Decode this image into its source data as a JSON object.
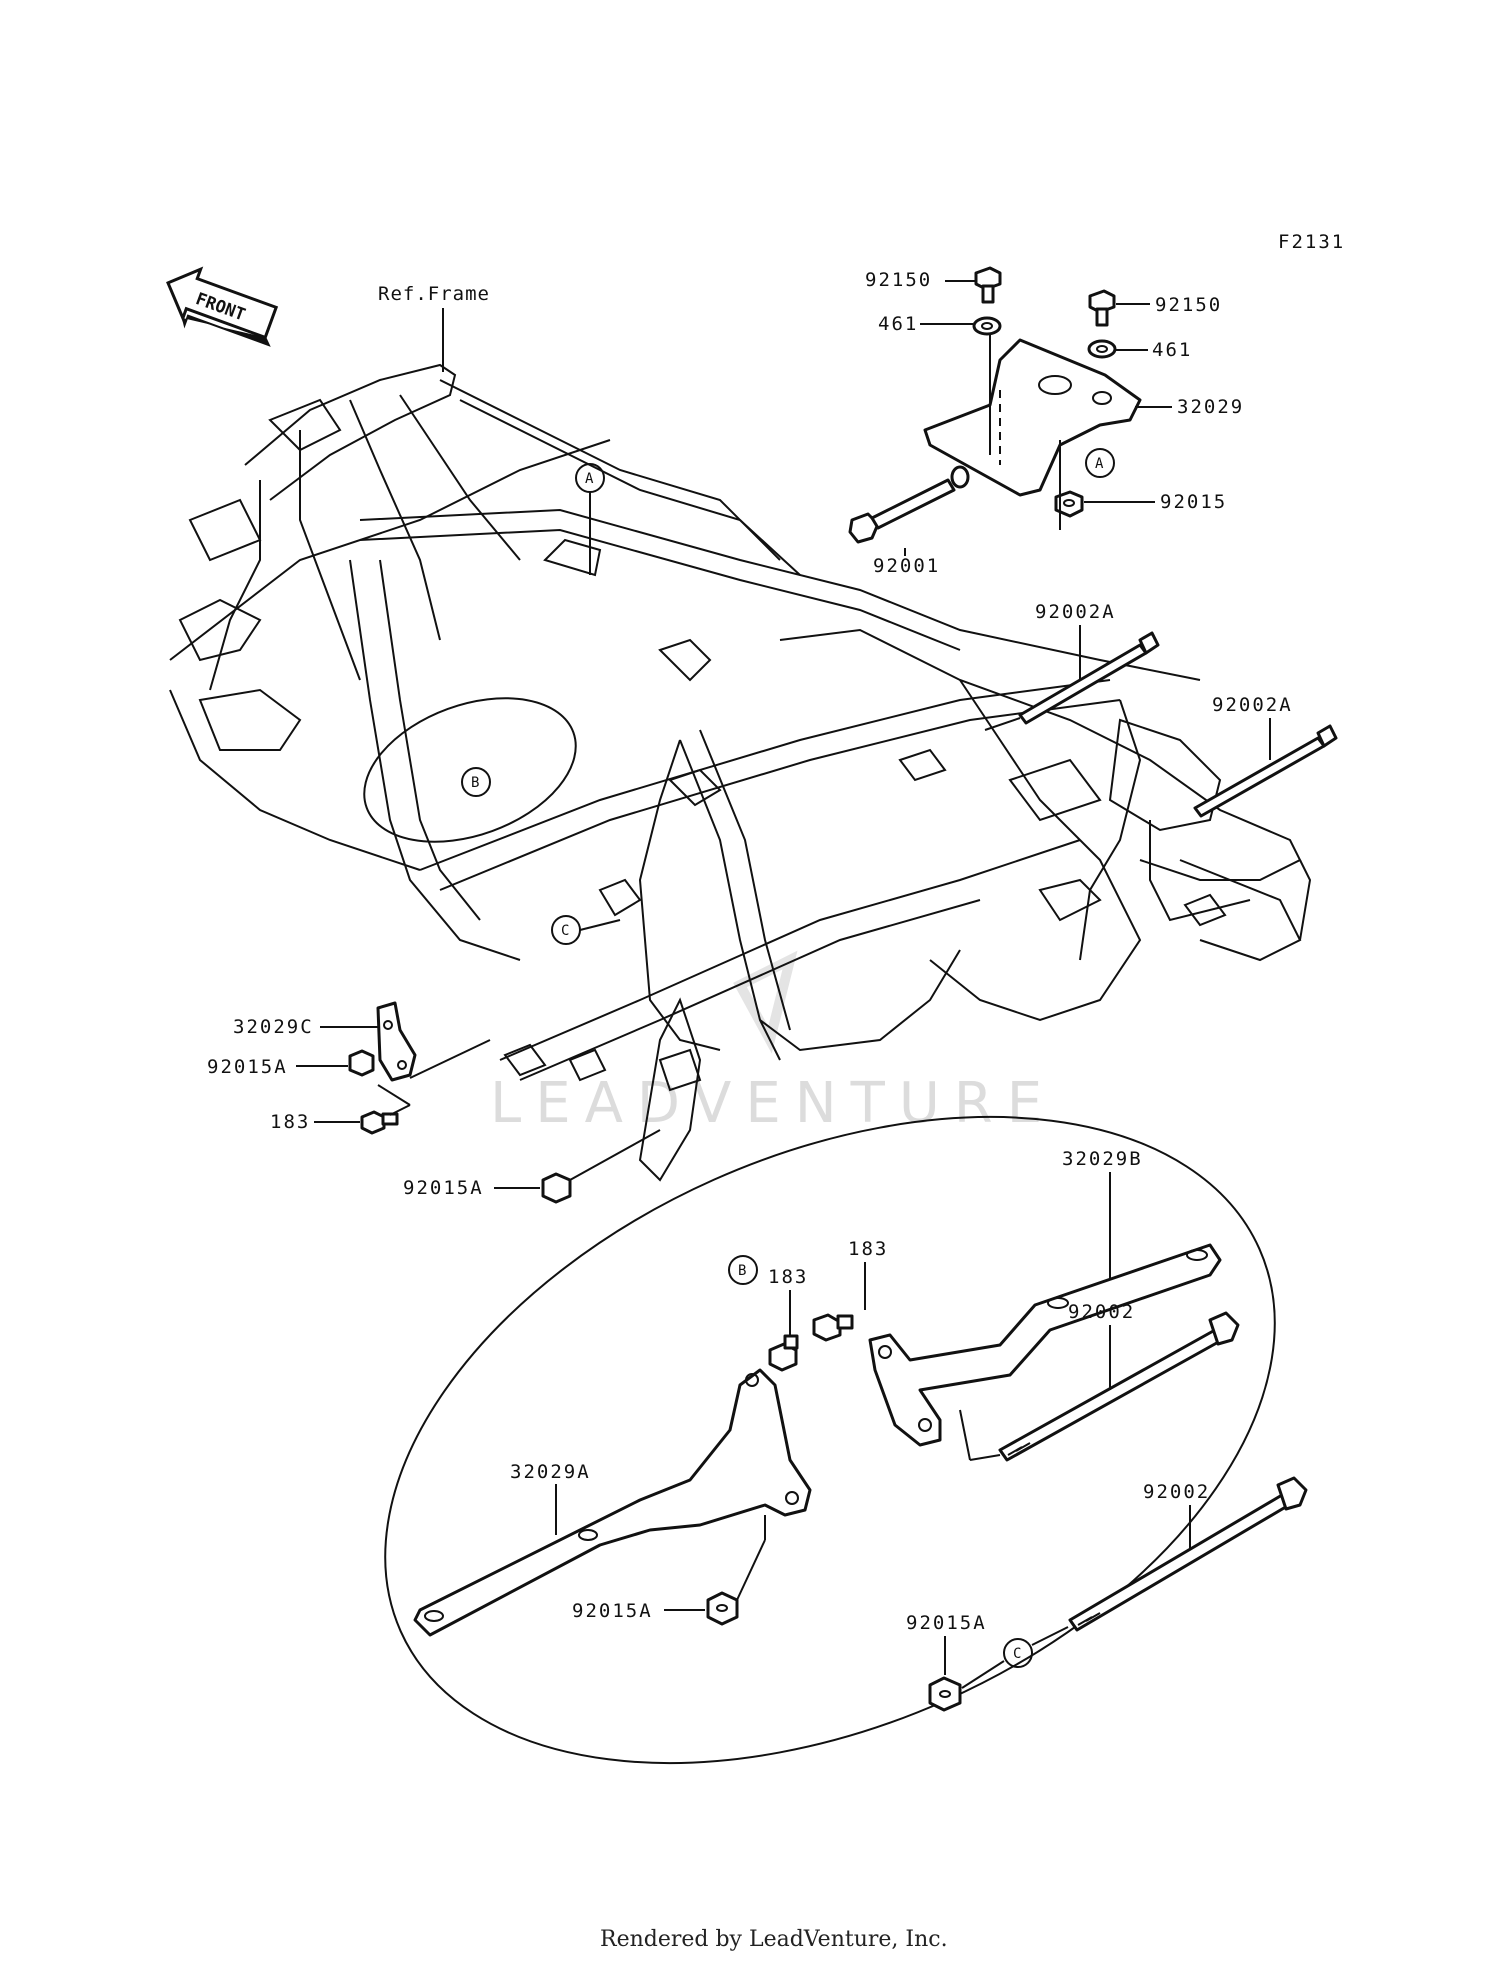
{
  "diagram": {
    "code": "F2131",
    "ref_frame": "Ref.Frame",
    "front_label": "FRONT",
    "watermark": "LEADVENTURE",
    "footer": "Rendered by LeadVenture, Inc.",
    "callouts": {
      "a": "A",
      "b": "B",
      "c": "C"
    },
    "parts": {
      "p92150_left": "92150",
      "p92150_right": "92150",
      "p461_left": "461",
      "p461_right": "461",
      "p32029": "32029",
      "p92015": "92015",
      "p92001": "92001",
      "p92002A_top": "92002A",
      "p92002A_right": "92002A",
      "p32029C": "32029C",
      "p92015A_left": "92015A",
      "p183_left": "183",
      "p92015A_frame": "92015A",
      "p32029B": "32029B",
      "p183_b1": "183",
      "p183_b2": "183",
      "p92002_b": "92002",
      "p32029A": "32029A",
      "p92015A_b": "92015A",
      "p92002_c": "92002",
      "p92015A_c": "92015A"
    }
  }
}
